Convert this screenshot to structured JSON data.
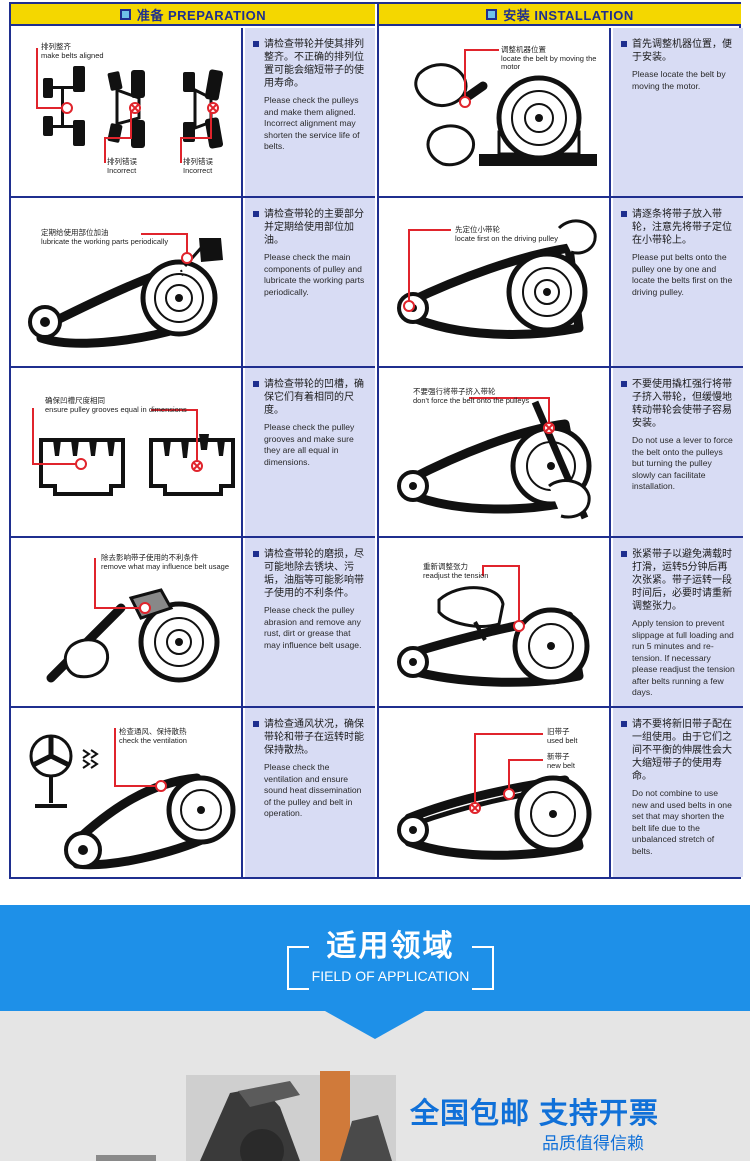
{
  "preparation": {
    "header_zh": "准备",
    "header_en": "PREPARATION",
    "rows": [
      {
        "label_zh": "排列整齐",
        "label_en": "make belts aligned",
        "label2_zh": "排列错误",
        "label2_en": "Incorrect",
        "label3_zh": "排列错误",
        "label3_en": "Incorrect",
        "text_zh": "请检查带轮并使其排列整齐。不正确的排列位置可能会缩短带子的使用寿命。",
        "text_en": "Please check the pulleys and make them aligned. Incorrect alignment may shorten the service life of belts."
      },
      {
        "label_zh": "定期给使用部位加油",
        "label_en": "lubricate the working parts periodically",
        "text_zh": "请检查带轮的主要部分并定期给使用部位加油。",
        "text_en": "Please check the main components of pulley and lubricate the working parts periodically."
      },
      {
        "label_zh": "确保凹槽尺度相同",
        "label_en": "ensure pulley grooves equal in dimensions",
        "text_zh": "请检查带轮的凹槽，确保它们有着相同的尺度。",
        "text_en": "Please check the pulley grooves and make sure they are all equal in dimensions."
      },
      {
        "label_zh": "除去影响带子使用的不利条件",
        "label_en": "remove what may influence belt usage",
        "text_zh": "请检查带轮的磨损，尽可能地除去锈块、污垢，油脂等可能影响带子使用的不利条件。",
        "text_en": "Please check the pulley abrasion and remove any rust, dirt or grease that may influence belt usage."
      },
      {
        "label_zh": "检查通风、保持散热",
        "label_en": "check the ventilation",
        "text_zh": "请检查通风状况，确保带轮和带子在运转时能保持散热。",
        "text_en": "Please check the ventilation and ensure sound heat dissemination of the pulley and belt in operation."
      }
    ]
  },
  "installation": {
    "header_zh": "安装",
    "header_en": "INSTALLATION",
    "rows": [
      {
        "label_zh": "调整机器位置",
        "label_en": "locate the belt by moving the motor",
        "text_zh": "首先调整机器位置，便于安装。",
        "text_en": "Please locate the belt by moving the motor."
      },
      {
        "label_zh": "先定位小带轮",
        "label_en": "locate first on the driving pulley",
        "text_zh": "请逐条将带子放入带轮，注意先将带子定位在小带轮上。",
        "text_en": "Please put belts onto the pulley one by one and locate the belts first on the driving pulley."
      },
      {
        "label_zh": "不要强行将带子挤入带轮",
        "label_en": "don't force the belt onto the pulleys",
        "text_zh": "不要使用撬杠强行将带子挤入带轮，但缓慢地转动带轮会使带子容易安装。",
        "text_en": "Do not use a lever to force the belt onto the pulleys but turning the pulley slowly can facilitate installation."
      },
      {
        "label_zh": "重新调整张力",
        "label_en": "readjust the tension",
        "text_zh": "张紧带子以避免满载时打滑，运转5分钟后再次张紧。带子运转一段时间后，必要时请重新调整张力。",
        "text_en": "Apply tension to prevent slippage at full loading and run 5 minutes and re-tension. If necessary please readjust the tension after belts running a few days."
      },
      {
        "label_zh": "旧带子",
        "label_en": "used belt",
        "label2_zh": "新带子",
        "label2_en": "new belt",
        "text_zh": "请不要将新旧带子配在一组使用。由于它们之间不平衡的伸展性会大大缩短带子的使用寿命。",
        "text_en": "Do not combine to use new and used belts in one set that may shorten the belt life due to the unbalanced stretch of belts."
      }
    ]
  },
  "field_banner": {
    "title_zh": "适用领域",
    "title_en": "FIELD OF APPLICATION"
  },
  "promo": {
    "line1": "全国包邮 支持开票",
    "line2": "品质值得信赖"
  },
  "colors": {
    "header_yellow": "#f4d700",
    "grid_blue": "#1f2f8f",
    "text_panel_lavender": "#d8dcf4",
    "banner_blue": "#1e90e8",
    "promo_blue": "#1070d8",
    "marker_red": "#e0242c"
  }
}
